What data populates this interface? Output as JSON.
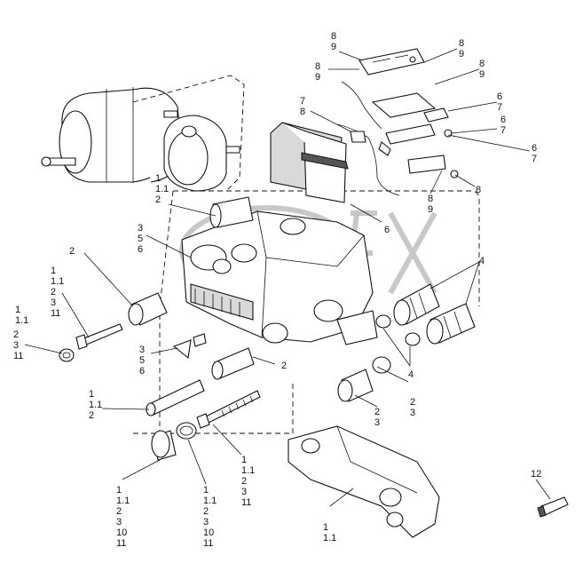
{
  "callouts": [
    {
      "id": "c-89-top",
      "lines": [
        "8",
        "9"
      ]
    },
    {
      "id": "c-89-a",
      "lines": [
        "8",
        "9"
      ]
    },
    {
      "id": "c-89-b",
      "lines": [
        "8",
        "9"
      ]
    },
    {
      "id": "c-89-c",
      "lines": [
        "8",
        "9"
      ]
    },
    {
      "id": "c-78",
      "lines": [
        "7",
        "8"
      ]
    },
    {
      "id": "c-67-a",
      "lines": [
        "6",
        "7"
      ]
    },
    {
      "id": "c-67-b",
      "lines": [
        "6",
        "7"
      ]
    },
    {
      "id": "c-67-c",
      "lines": [
        "6",
        "7"
      ]
    },
    {
      "id": "c-8-right",
      "lines": [
        "8"
      ]
    },
    {
      "id": "c-89-bottom",
      "lines": [
        "8",
        "9"
      ]
    },
    {
      "id": "c-6",
      "lines": [
        "6"
      ]
    },
    {
      "id": "c-1-11-2",
      "lines": [
        "1",
        "1.1",
        "2"
      ]
    },
    {
      "id": "c-356-a",
      "lines": [
        "3",
        "5",
        "6"
      ]
    },
    {
      "id": "c-2-left",
      "lines": [
        "2"
      ]
    },
    {
      "id": "c-1-11-2-3-11",
      "lines": [
        "1",
        "1.1",
        "2",
        "3",
        "11"
      ]
    },
    {
      "id": "c-1-11",
      "lines": [
        "1",
        "1.1"
      ]
    },
    {
      "id": "c-2-3-11",
      "lines": [
        "2",
        "3",
        "11"
      ]
    },
    {
      "id": "c-356-b",
      "lines": [
        "3",
        "5",
        "6"
      ]
    },
    {
      "id": "c-2-mid",
      "lines": [
        "2"
      ]
    },
    {
      "id": "c-4-top",
      "lines": [
        "4"
      ]
    },
    {
      "id": "c-4-bottom",
      "lines": [
        "4"
      ]
    },
    {
      "id": "c-23-a",
      "lines": [
        "2",
        "3"
      ]
    },
    {
      "id": "c-23-b",
      "lines": [
        "2",
        "3"
      ]
    },
    {
      "id": "c-1-11-2-b",
      "lines": [
        "1",
        "1.1",
        "2"
      ]
    },
    {
      "id": "c-1-11-2-3-11-b",
      "lines": [
        "1",
        "1.1",
        "2",
        "3",
        "11"
      ]
    },
    {
      "id": "c-1-11-2-3-10-11-a",
      "lines": [
        "1",
        "1.1",
        "2",
        "3",
        "10",
        "11"
      ]
    },
    {
      "id": "c-1-11-2-3-10-11-b",
      "lines": [
        "1",
        "1.1",
        "2",
        "3",
        "10",
        "11"
      ]
    },
    {
      "id": "c-1-11-carrier",
      "lines": [
        "1",
        "1.1"
      ]
    },
    {
      "id": "c-12",
      "lines": [
        "12"
      ]
    }
  ]
}
